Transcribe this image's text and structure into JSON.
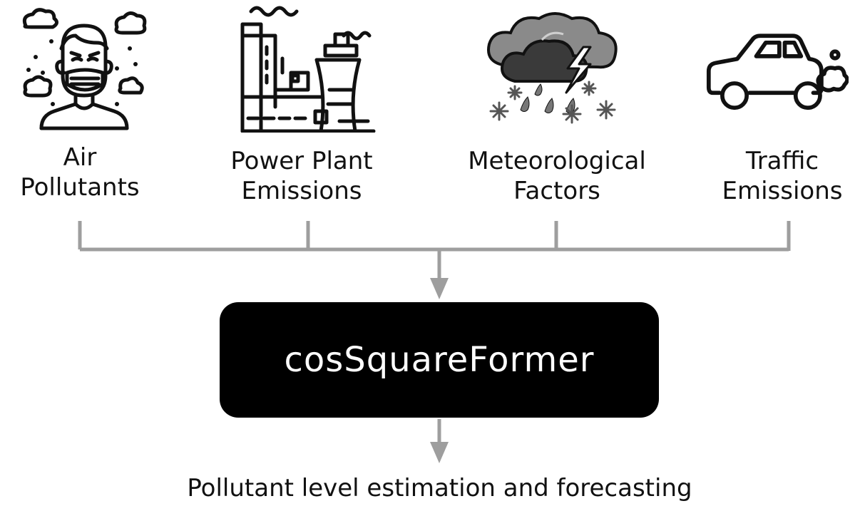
{
  "inputs": [
    {
      "label": "Air\nPollutants",
      "icon": "masked-person-pollution-icon"
    },
    {
      "label": "Power Plant\nEmissions",
      "icon": "factory-icon"
    },
    {
      "label": "Meteorological\nFactors",
      "icon": "storm-cloud-icon"
    },
    {
      "label": "Traffic\nEmissions",
      "icon": "car-exhaust-icon"
    }
  ],
  "model": {
    "name": "cosSquareFormer"
  },
  "output": {
    "label": "Pollutant level estimation and forecasting"
  },
  "colors": {
    "connector": "#9e9e9e",
    "box": "#000000",
    "box_text": "#ffffff",
    "storm": "#6b6b6b"
  }
}
